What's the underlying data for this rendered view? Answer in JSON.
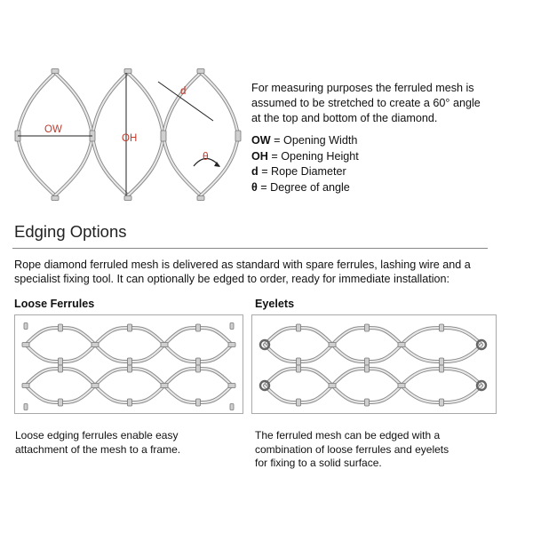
{
  "diagram": {
    "label_ow": "OW",
    "label_oh": "OH",
    "label_d": "d",
    "label_theta": "θ",
    "label_color": "#c0392b",
    "wire_color": "#9a9a9a"
  },
  "measuring": {
    "line1": "For measuring purposes the ferruled mesh is",
    "line2": "assumed to be stretched to create a 60° angle",
    "line3": "at the top and bottom of the diamond."
  },
  "legend": [
    {
      "abbr": "OW",
      "text": " = Opening Width"
    },
    {
      "abbr": "OH",
      "text": " = Opening Height"
    },
    {
      "abbr": "d",
      "text": " = Rope Diameter"
    },
    {
      "abbr": "θ",
      "text": " = Degree of angle"
    }
  ],
  "edging": {
    "title": "Edging Options",
    "intro_line1": "Rope diamond ferruled mesh is delivered as standard with spare ferrules, lashing wire and a",
    "intro_line2": "specialist fixing tool. It can optionally be edged to order, ready for immediate installation:"
  },
  "options": [
    {
      "title": "Loose Ferrules",
      "caption_lines": [
        "Loose edging ferrules enable easy",
        "attachment of the mesh to a frame."
      ]
    },
    {
      "title": "Eyelets",
      "caption_lines": [
        "The ferruled mesh can be edged with a",
        "combination of loose ferrules and eyelets",
        "for fixing to a solid surface."
      ]
    }
  ]
}
